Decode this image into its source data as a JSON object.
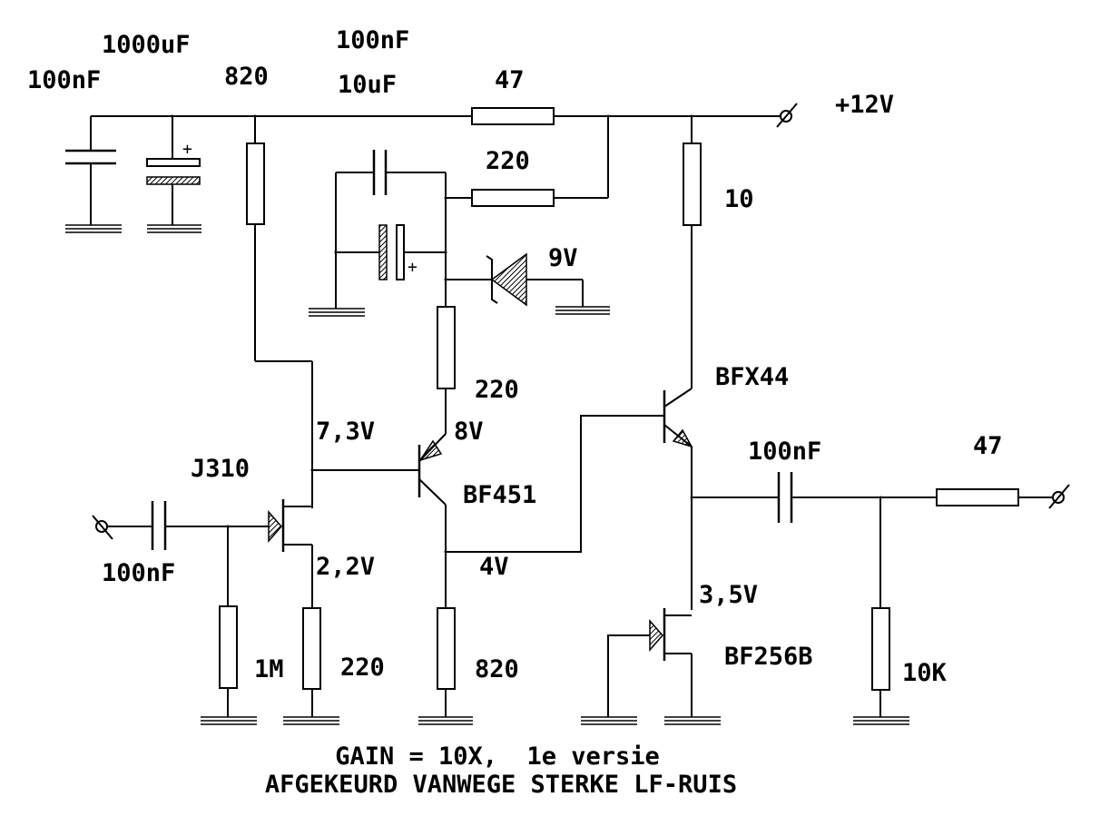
{
  "supply": {
    "label": "+12V"
  },
  "components": {
    "c_in_100n_label": "100nF",
    "c_1000u_label": "1000uF",
    "r_820_top_label": "820",
    "c_100n_top_label": "100nF",
    "c_10u_label": "10uF",
    "r_47_top_label": "47",
    "r_220_upper_label": "220",
    "r_10_label": "10",
    "zener_label": "9V",
    "r_220_mid_label": "220",
    "q_bfx44_label": "BFX44",
    "v_7_3_label": "7,3V",
    "v_8_label": "8V",
    "q_j310_label": "J310",
    "q_bf451_label": "BF451",
    "c_out_100n_label": "100nF",
    "r_47_out_label": "47",
    "c_input_label": "100nF",
    "v_2_2_label": "2,2V",
    "v_4_label": "4V",
    "v_3_5_label": "3,5V",
    "r_1m_label": "1M",
    "r_220_src_label": "220",
    "r_820_bottom_label": "820",
    "q_bf256b_label": "BF256B",
    "r_10k_label": "10K"
  },
  "caption": {
    "line1": "GAIN = 10X,  1e versie",
    "line2": "AFGEKEURD VANWEGE STERKE LF-RUIS"
  }
}
